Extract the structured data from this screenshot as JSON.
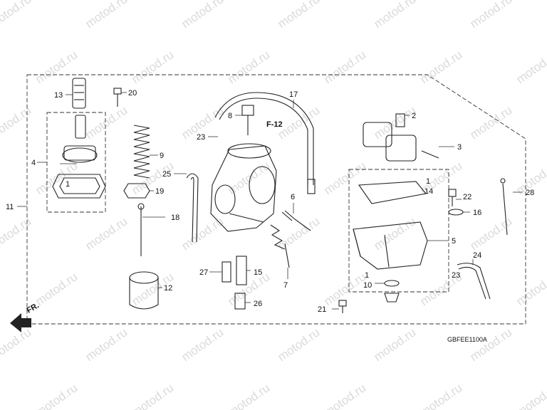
{
  "watermark": "motod.ru",
  "diagram_code": "GBFEE1100A",
  "section_ref": "F-12",
  "direction_marker": "FR.",
  "callouts": {
    "p11": "11",
    "p13": "13",
    "p20": "20",
    "p4": "4",
    "p1a": "1",
    "p9": "9",
    "p19": "19",
    "p18": "18",
    "p12": "12",
    "p17": "17",
    "p8": "8",
    "p23a": "23",
    "p25": "25",
    "p27": "27",
    "p15": "15",
    "p26": "26",
    "p6": "6",
    "p7": "7",
    "p2": "2",
    "p3": "3",
    "p1b": "1",
    "p14": "14",
    "p22": "22",
    "p16": "16",
    "p5": "5",
    "p1c": "1",
    "p10": "10",
    "p21": "21",
    "p24": "24",
    "p23b": "23",
    "p28": "28"
  },
  "colors": {
    "line": "#222222",
    "watermark": "#bdbdbd",
    "background": "#ffffff"
  }
}
